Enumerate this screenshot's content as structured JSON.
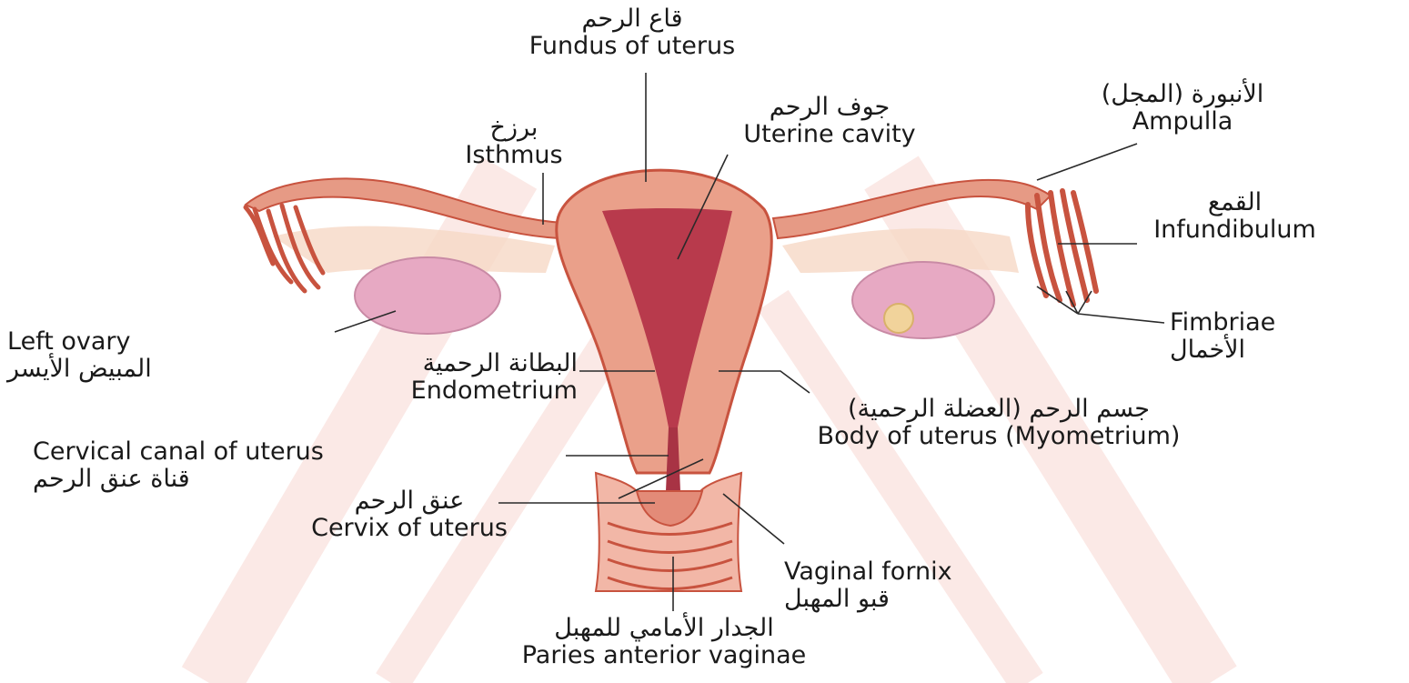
{
  "labels": {
    "fundus": {
      "ar": "قاع الرحم",
      "en": "Fundus of uterus"
    },
    "uterine_cavity": {
      "ar": "جوف الرحم",
      "en": "Uterine cavity"
    },
    "isthmus": {
      "ar": "برزخ",
      "en": "Isthmus"
    },
    "ampulla": {
      "ar": "الأنبورة (المجل)",
      "en": "Ampulla"
    },
    "infundibulum": {
      "ar": "القمع",
      "en": "Infundibulum"
    },
    "fimbriae": {
      "en": "Fimbriae",
      "ar": "الأخمال"
    },
    "left_ovary": {
      "en": "Left ovary",
      "ar": "المبيض الأيسر"
    },
    "endometrium": {
      "ar": "البطانة الرحمية",
      "en": "Endometrium"
    },
    "body_of_uterus": {
      "ar": "جسم الرحم (العضلة الرحمية)",
      "en": "Body of uterus (Myometrium)"
    },
    "cervical_canal": {
      "en": "Cervical canal of uterus",
      "ar": "قناة عنق الرحم"
    },
    "cervix": {
      "ar": "عنق الرحم",
      "en": "Cervix of uterus"
    },
    "vaginal_fornix": {
      "en": "Vaginal fornix",
      "ar": "قبو المهبل"
    },
    "paries_anterior": {
      "ar": "الجدار الأمامي للمهبل",
      "en": "Paries anterior vaginae"
    }
  },
  "colors": {
    "watermark": "#fbe9e6",
    "tissue": "#eaa08a",
    "tissue_dark": "#c8533f",
    "cavity": "#b83a4c",
    "ovary": "#e7a9c3",
    "leader_line": "#2a2a2a"
  }
}
